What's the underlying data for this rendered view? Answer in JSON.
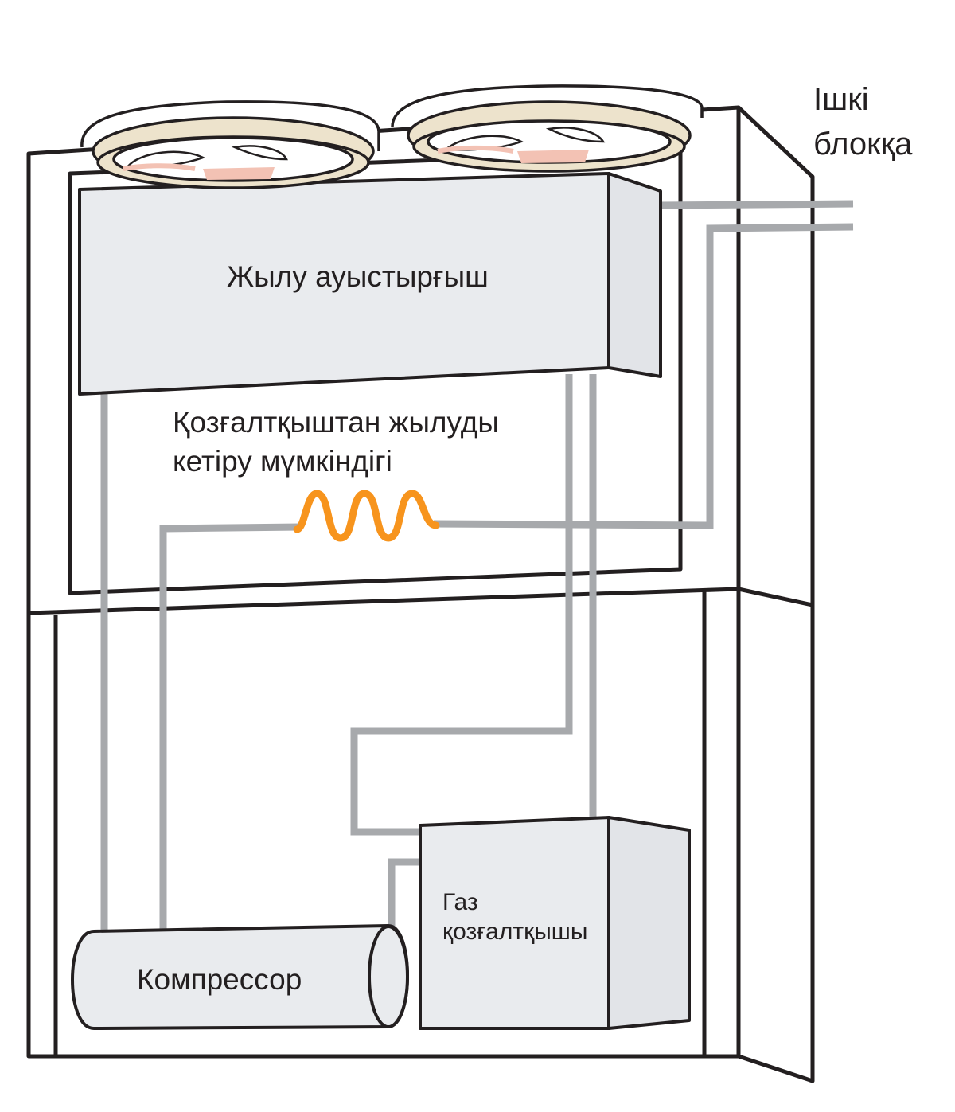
{
  "labels": {
    "to_indoor_line1": "Ішкі",
    "to_indoor_line2": "блокқа",
    "heat_exchanger": "Жылу ауыстырғыш",
    "heat_recovery_line1": "Қозғалтқыштан жылуды",
    "heat_recovery_line2": "кетіру мүмкіндігі",
    "gas_engine_line1": "Газ",
    "gas_engine_line2": "қозғалтқышы",
    "compressor": "Компрессор"
  },
  "colors": {
    "outline": "#231f20",
    "panel_fill": "#e9ebee",
    "pipe": "#a7a9ac",
    "heat_coil": "#f7941d",
    "fan_ring": "#ede3cc",
    "fan_hub": "#f3c2b4",
    "background": "#ffffff"
  },
  "icons": {
    "fans": [
      "fan-icon",
      "fan-icon"
    ],
    "coil": "heat-coil-icon"
  }
}
